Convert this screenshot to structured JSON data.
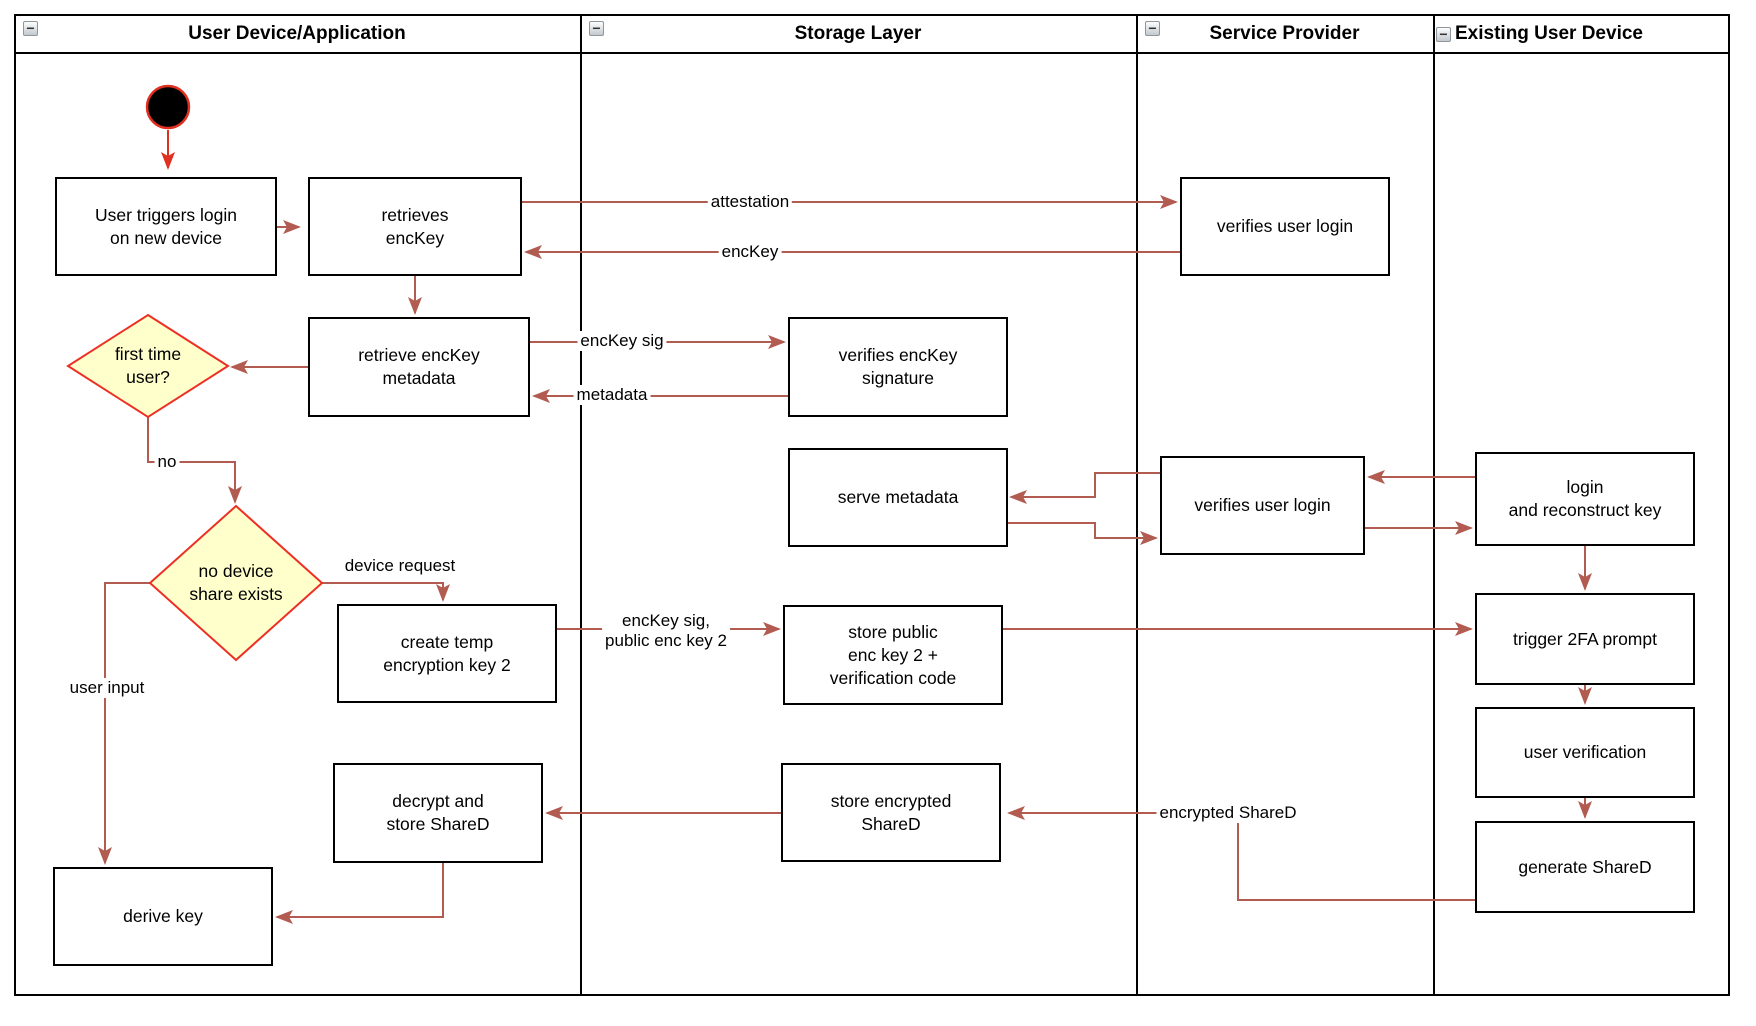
{
  "colors": {
    "arrow-muted": "#B25B51",
    "arrow-bright": "#E0301F",
    "diamond-fill": "#FFFFCC",
    "diamond-border": "#ED3024",
    "node-border": "#000000",
    "node-fill": "#FFFFFF"
  },
  "icons": {
    "collapse": "−"
  },
  "lanes": [
    {
      "title": "User Device/Application"
    },
    {
      "title": "Storage Layer"
    },
    {
      "title": "Service Provider"
    },
    {
      "title": "Existing User Device"
    }
  ],
  "nodes": {
    "start": {
      "type": "initial-node"
    },
    "user_triggers_login": {
      "label": "User triggers login\non new device"
    },
    "retrieves_enckey": {
      "label": "retrieves\nencKey"
    },
    "verifies_user_login_top": {
      "label": "verifies user login"
    },
    "retrieve_enckey_metadata": {
      "label": "retrieve encKey\nmetadata"
    },
    "verifies_enckey_signature": {
      "label": "verifies encKey\nsignature"
    },
    "serve_metadata": {
      "label": "serve metadata"
    },
    "verifies_user_login_mid": {
      "label": "verifies user login"
    },
    "login_and_reconstruct": {
      "label": "login\nand reconstruct key"
    },
    "create_temp_key2": {
      "label": "create temp\nencryption key 2"
    },
    "store_public_key2": {
      "label": "store public\nenc key 2 +\nverification code"
    },
    "trigger_2fa": {
      "label": "trigger 2FA prompt"
    },
    "decrypt_store_shared": {
      "label": "decrypt and\nstore ShareD"
    },
    "store_encrypted_shared": {
      "label": "store encrypted\nShareD"
    },
    "user_verification": {
      "label": "user verification"
    },
    "derive_key": {
      "label": "derive key"
    },
    "generate_shared": {
      "label": "generate ShareD"
    }
  },
  "decisions": {
    "first_time_user": {
      "label": "first time\nuser?"
    },
    "no_device_share": {
      "label": "no device\nshare exists"
    }
  },
  "edge_labels": {
    "attestation": "attestation",
    "enckey": "encKey",
    "enckey_sig": "encKey sig",
    "metadata": "metadata",
    "no": "no",
    "device_request": "device request",
    "enckey_sig_public": "encKey sig,\npublic enc key 2",
    "user_input": "user input",
    "encrypted_shared": "encrypted ShareD"
  }
}
